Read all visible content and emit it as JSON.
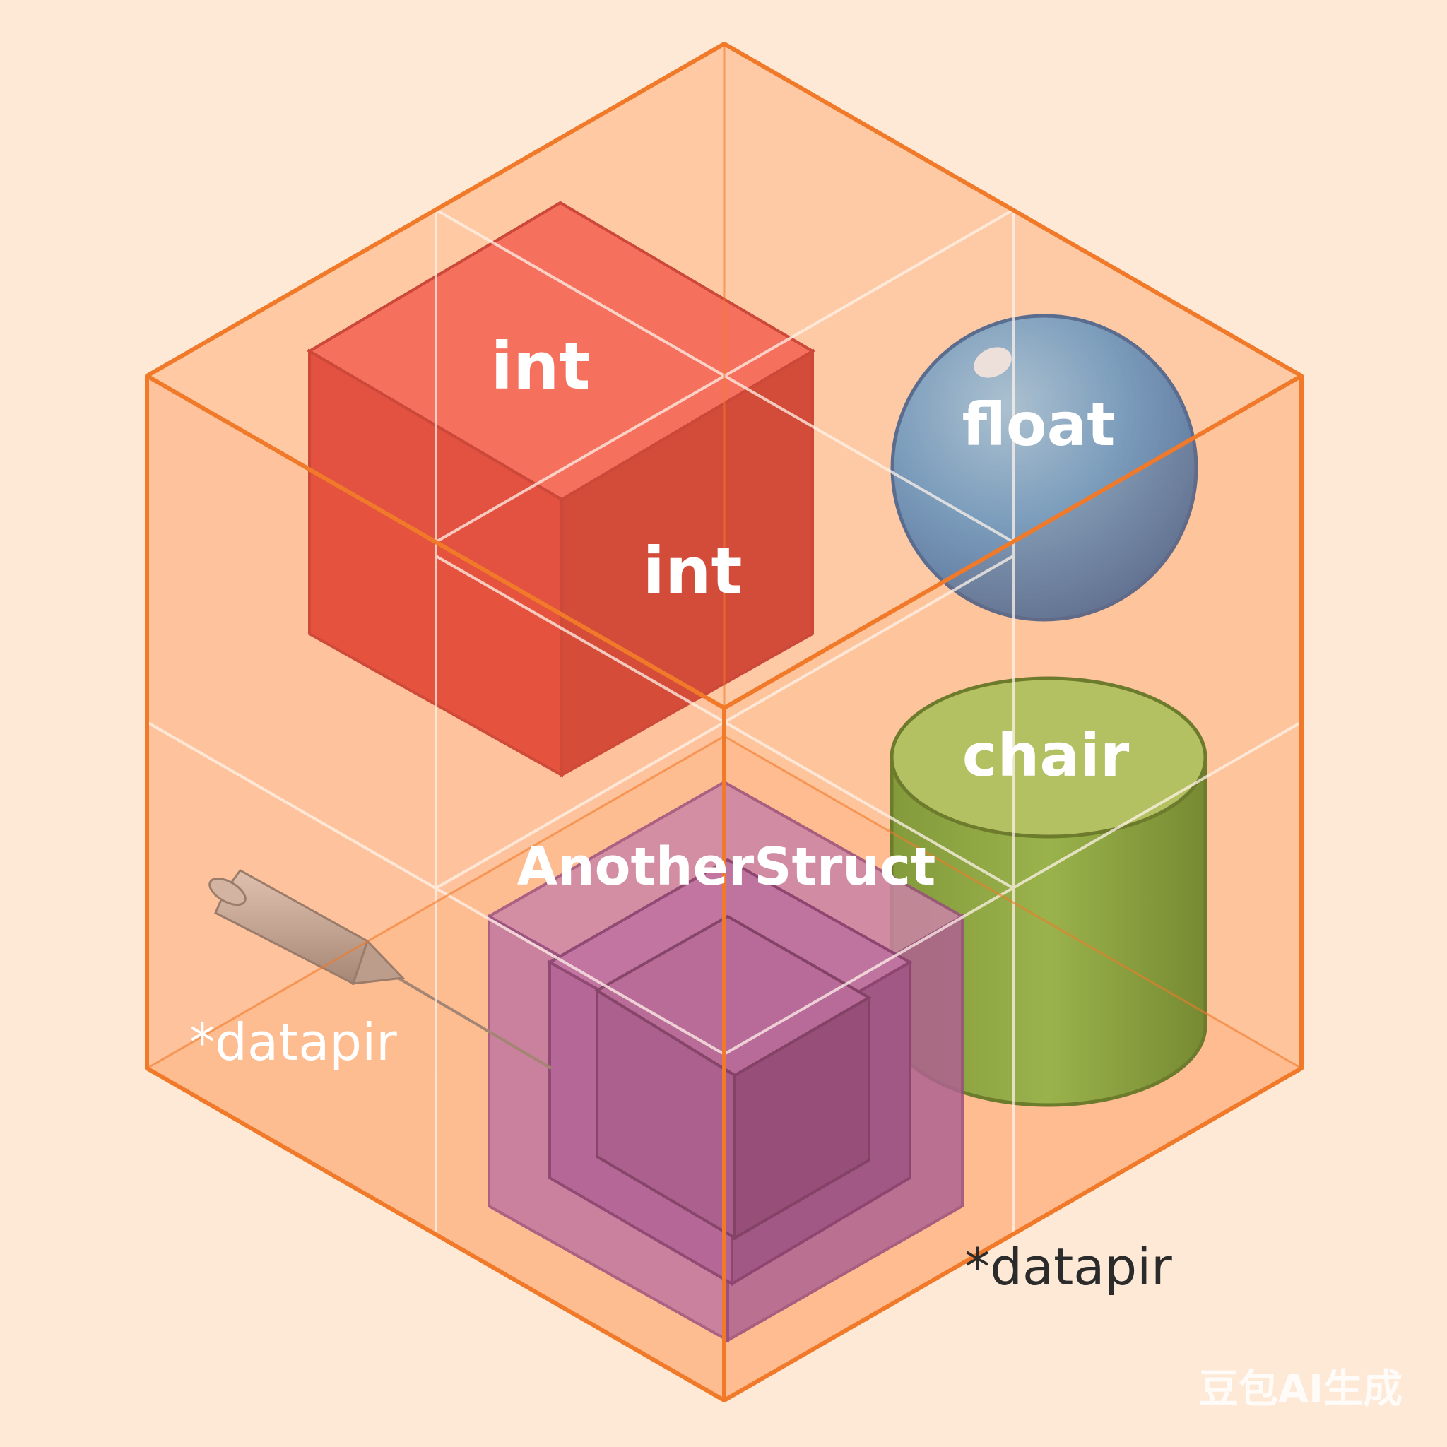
{
  "labels": {
    "top_cube_upper": "int",
    "top_cube_lower": "int",
    "sphere": "float",
    "cylinder": "chair",
    "nested_cube": "AnotherStruct",
    "pointer_left": "*datapir",
    "pointer_bottom": "*datapir"
  },
  "watermark": "豆包AI生成",
  "colors": {
    "background": "#fde9d6",
    "container_edge": "#f07a2a",
    "container_fill": "#ffb784",
    "int_cube": "#e83a35",
    "float_sphere": "#2f7fc8",
    "chair_cylinder": "#5aab3a",
    "struct_cube": "#8e4aa6",
    "pointer": "#9a9a9a"
  },
  "icons": {
    "pointer": "pencil-pointer-icon"
  }
}
